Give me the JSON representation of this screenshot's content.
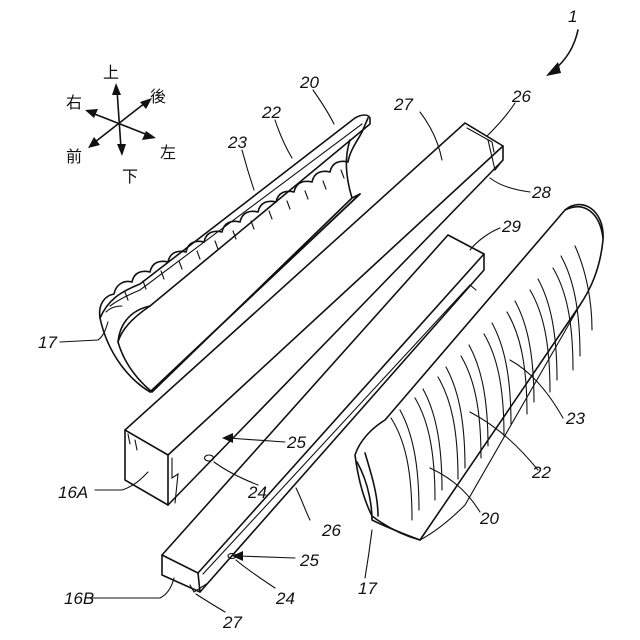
{
  "figure": {
    "reference": "1",
    "direction_labels": {
      "up": "上",
      "down": "下",
      "left": "左",
      "right": "右",
      "front": "前",
      "back": "後"
    },
    "labels": {
      "l20_top": "20",
      "l22_top": "22",
      "l23_top": "23",
      "l17_left": "17",
      "l27_top": "27",
      "l26_top": "26",
      "l28": "28",
      "l29": "29",
      "l25_a": "25",
      "l24_a": "24",
      "l16A": "16A",
      "l26_mid": "26",
      "l25_b": "25",
      "l24_b": "24",
      "l16B": "16B",
      "l27_bottom": "27",
      "l23_right": "23",
      "l22_right": "22",
      "l20_bottom": "20",
      "l17_bottom": "17"
    }
  }
}
